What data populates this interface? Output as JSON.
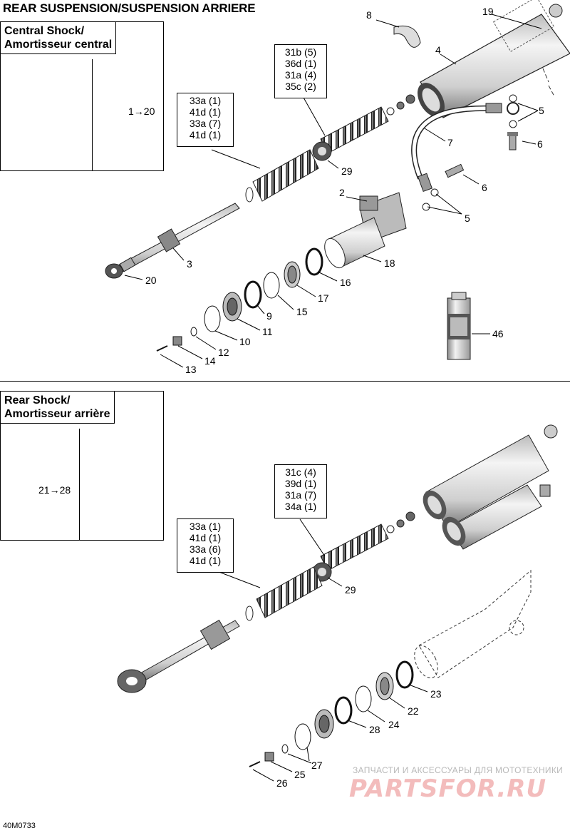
{
  "title": "REAR SUSPENSION/SUSPENSION ARRIERE",
  "central": {
    "heading_line1": "Central Shock/",
    "heading_line2": "Amortisseur central",
    "subref": "1→20",
    "list_upper": [
      "31b (5)",
      "36d (1)",
      "31a (4)",
      "35c (2)"
    ],
    "list_lower": [
      "33a (1)",
      "41d (1)",
      "33a (7)",
      "41d (1)"
    ],
    "callouts": [
      "8",
      "19",
      "4",
      "5",
      "7",
      "6",
      "6",
      "5",
      "2",
      "29",
      "3",
      "20",
      "18",
      "16",
      "17",
      "15",
      "9",
      "11",
      "10",
      "12",
      "14",
      "13",
      "46"
    ]
  },
  "rear": {
    "heading_line1": "Rear Shock/",
    "heading_line2": "Amortisseur arrière",
    "subref": "21→28",
    "list_upper": [
      "31c (4)",
      "39d (1)",
      "31a (7)",
      "34a (1)"
    ],
    "list_lower": [
      "33a (1)",
      "41d (1)",
      "33a (6)",
      "41d (1)"
    ],
    "callouts": [
      "29",
      "23",
      "22",
      "24",
      "28",
      "27",
      "25",
      "26"
    ]
  },
  "footer": "40M0733",
  "watermark_small": "ЗАПЧАСТИ И АКСЕССУАРЫ ДЛЯ МОТОТЕХНИКИ",
  "watermark_large": "PARTSFOR.RU"
}
